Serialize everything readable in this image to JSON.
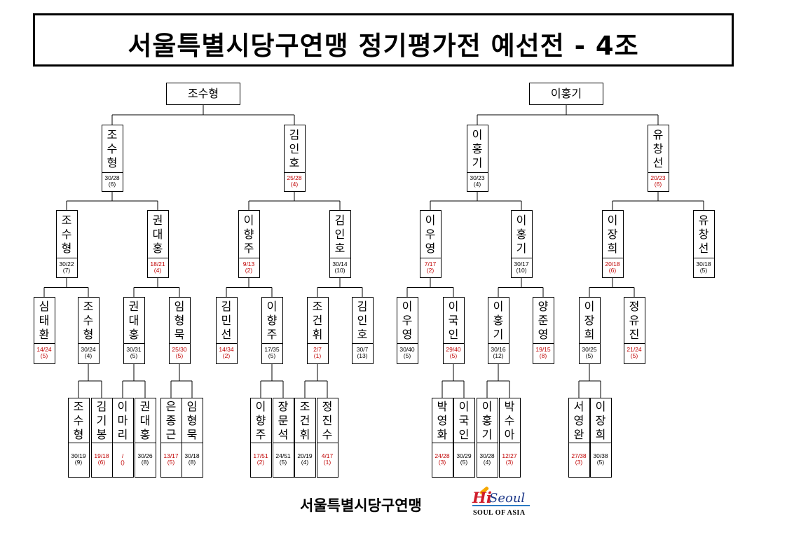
{
  "title": "서울특별시당구연맹 정기평가전 예선전 - 4조",
  "footer": {
    "org_name": "서울특별시당구연맹",
    "logo_hi": "Hi",
    "logo_seoul": "Seoul",
    "logo_tagline": "SOUL OF ASIA"
  },
  "colors": {
    "loss": "#c00000",
    "normal": "#000000"
  },
  "bracket": {
    "winners": [
      "조수형",
      "이홍기"
    ],
    "round3": [
      {
        "name": "조수형",
        "score": "30/28",
        "rank": "(6)",
        "lost": false
      },
      {
        "name": "김인호",
        "score": "25/28",
        "rank": "(4)",
        "lost": true
      },
      {
        "name": "이홍기",
        "score": "30/23",
        "rank": "(4)",
        "lost": false
      },
      {
        "name": "유창선",
        "score": "20/23",
        "rank": "(6)",
        "lost": true
      }
    ],
    "round2": [
      {
        "name": "조수형",
        "score": "30/22",
        "rank": "(7)",
        "lost": false
      },
      {
        "name": "권대홍",
        "score": "18/21",
        "rank": "(4)",
        "lost": true
      },
      {
        "name": "이향주",
        "score": "9/13",
        "rank": "(2)",
        "lost": true
      },
      {
        "name": "김인호",
        "score": "30/14",
        "rank": "(10)",
        "lost": false
      },
      {
        "name": "이우영",
        "score": "7/17",
        "rank": "(2)",
        "lost": true
      },
      {
        "name": "이홍기",
        "score": "30/17",
        "rank": "(10)",
        "lost": false
      },
      {
        "name": "이장희",
        "score": "20/18",
        "rank": "(6)",
        "lost": true
      },
      {
        "name": "유창선",
        "score": "30/18",
        "rank": "(5)",
        "lost": false
      }
    ],
    "round1": [
      {
        "name": "심태환",
        "score": "14/24",
        "rank": "(5)",
        "lost": true
      },
      {
        "name": "조수형",
        "score": "30/24",
        "rank": "(4)",
        "lost": false
      },
      {
        "name": "권대홍",
        "score": "30/31",
        "rank": "(5)",
        "lost": false
      },
      {
        "name": "임형묵",
        "score": "25/30",
        "rank": "(5)",
        "lost": true
      },
      {
        "name": "김민선",
        "score": "14/34",
        "rank": "(2)",
        "lost": true
      },
      {
        "name": "이향주",
        "score": "17/35",
        "rank": "(5)",
        "lost": false
      },
      {
        "name": "조건휘",
        "score": "2/7",
        "rank": "(1)",
        "lost": true
      },
      {
        "name": "김인호",
        "score": "30/7",
        "rank": "(13)",
        "lost": false
      },
      {
        "name": "이우영",
        "score": "30/40",
        "rank": "(5)",
        "lost": false
      },
      {
        "name": "이국인",
        "score": "29/40",
        "rank": "(5)",
        "lost": true
      },
      {
        "name": "이홍기",
        "score": "30/16",
        "rank": "(12)",
        "lost": false
      },
      {
        "name": "양준영",
        "score": "19/15",
        "rank": "(8)",
        "lost": true
      },
      {
        "name": "이장희",
        "score": "30/25",
        "rank": "(5)",
        "lost": false
      },
      {
        "name": "정유진",
        "score": "21/24",
        "rank": "(5)",
        "lost": true
      }
    ],
    "round0": [
      {
        "name": "조수형",
        "score": "30/19",
        "rank": "(9)",
        "lost": false
      },
      {
        "name": "김기봉",
        "score": "19/18",
        "rank": "(6)",
        "lost": true
      },
      {
        "name": "이마리",
        "score": "/",
        "rank": "()",
        "lost": true
      },
      {
        "name": "권대홍",
        "score": "30/26",
        "rank": "(8)",
        "lost": false
      },
      {
        "name": "은종근",
        "score": "13/17",
        "rank": "(5)",
        "lost": true
      },
      {
        "name": "임형묵",
        "score": "30/18",
        "rank": "(8)",
        "lost": false
      },
      {
        "name": "이향주",
        "score": "17/51",
        "rank": "(2)",
        "lost": true
      },
      {
        "name": "장문석",
        "score": "24/51",
        "rank": "(5)",
        "lost": false
      },
      {
        "name": "조건휘",
        "score": "20/19",
        "rank": "(4)",
        "lost": false
      },
      {
        "name": "정진수",
        "score": "4/17",
        "rank": "(1)",
        "lost": true
      },
      {
        "name": "박영화",
        "score": "24/28",
        "rank": "(3)",
        "lost": true
      },
      {
        "name": "이국인",
        "score": "30/29",
        "rank": "(5)",
        "lost": false
      },
      {
        "name": "이홍기",
        "score": "30/28",
        "rank": "(4)",
        "lost": false
      },
      {
        "name": "박수아",
        "score": "12/27",
        "rank": "(3)",
        "lost": true
      },
      {
        "name": "서영완",
        "score": "27/38",
        "rank": "(3)",
        "lost": true
      },
      {
        "name": "이장희",
        "score": "30/38",
        "rank": "(5)",
        "lost": false
      }
    ]
  }
}
